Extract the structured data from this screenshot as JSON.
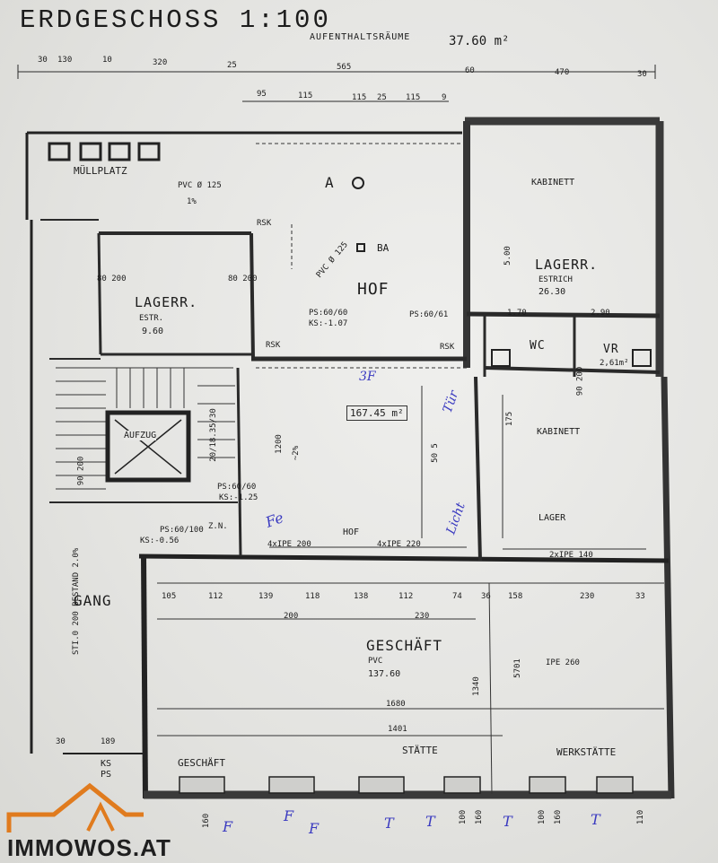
{
  "title": "ERDGESCHOSS 1:100",
  "subtitle": "AUFENTHALTSRÄUME",
  "subtitle_area": "37.60 m²",
  "top_dims_row1": [
    "30",
    "130",
    "10",
    "320",
    "25",
    "565",
    "60",
    "470",
    "30"
  ],
  "top_dims_row2": [
    "95",
    "115",
    "115",
    "25",
    "115",
    "9"
  ],
  "rooms": {
    "muellplatz": "MÜLLPLATZ",
    "hof_top": "HOF",
    "hof_mid": "HOF",
    "lager_left": "LAGERR.",
    "lager_left_floor": "ESTR.",
    "lager_left_area": "9.60",
    "kabinett_top": "KABINETT",
    "lager_right": "LAGERR.",
    "lager_right_floor": "ESTRICH",
    "lager_right_area": "26.30",
    "wc": "WC",
    "vr": "VR",
    "vr_area": "2,61m²",
    "kabinett_mid": "KABINETT",
    "lager_mid": "LAGER",
    "aufzug": "AUFZUG",
    "gang": "GANG",
    "geschaeft": "GESCHÄFT",
    "geschaeft_floor": "PVC",
    "geschaeft_area": "137.60",
    "geschaeft_small": "GESCHÄFT",
    "staette": "STÄTTE",
    "werkstaette": "WERKSTÄTTE",
    "hof_area": "167.45 m²"
  },
  "labels": {
    "a": "A",
    "ba": "BA",
    "pvc1": "PVC Ø 125",
    "pvc1_slope": "1%",
    "pvc2": "PVC Ø 125",
    "rsk1": "RSK",
    "rsk2": "RSK",
    "rsk3": "RSK",
    "ps1": "PS:60/60",
    "ks1": "KS:-1.07",
    "ps2": "PS:60/61",
    "ps3": "PS:60/60",
    "ks3": "KS:-1.25",
    "ps4": "PS:60/100",
    "ks4": "KS:-0.56",
    "zn": "Z.N.",
    "ipe1": "4xIPE 200",
    "ipe2": "4xIPE 220",
    "ipe3": "2xIPE 140",
    "ipe4": "IPE 260",
    "hof_bottom": "HOF",
    "slope": "1200",
    "slope_pct": "~2%",
    "bestand": "STI.0 200 BESTAND 2.0%",
    "ks_bottom": "KS",
    "ps_bottom": "PS",
    "dim_170": "1.70",
    "dim_290": "2.90",
    "dim_500": "5.00",
    "dim_175": "175",
    "dim_505": "50 5",
    "dim_1340": "1340",
    "dim_5701": "5701",
    "dim_1680": "1680",
    "dim_1401": "1401",
    "dim_200": "200",
    "dim_230": "230",
    "dim_189": "189",
    "dim_30": "30",
    "dim_80a": "80 200",
    "dim_80b": "80 200",
    "dim_90a": "90 200",
    "dim_90b": "90 200",
    "dim_3530": "20/18.35/30"
  },
  "shop_dims": [
    "105",
    "112",
    "139",
    "118",
    "138",
    "112",
    "74",
    "36",
    "158",
    "230",
    "33"
  ],
  "bottom_dims": [
    "160",
    "100",
    "160",
    "100",
    "160",
    "110"
  ],
  "handwriting": {
    "h1": "3F",
    "h2": "Tür",
    "h3": "Licht",
    "h4": "Fe",
    "marks": [
      "F",
      "F",
      "T",
      "T",
      "T",
      "T",
      "F"
    ]
  },
  "logo": {
    "text": "IMMOWOS.AT",
    "color": "#e07b1e"
  }
}
